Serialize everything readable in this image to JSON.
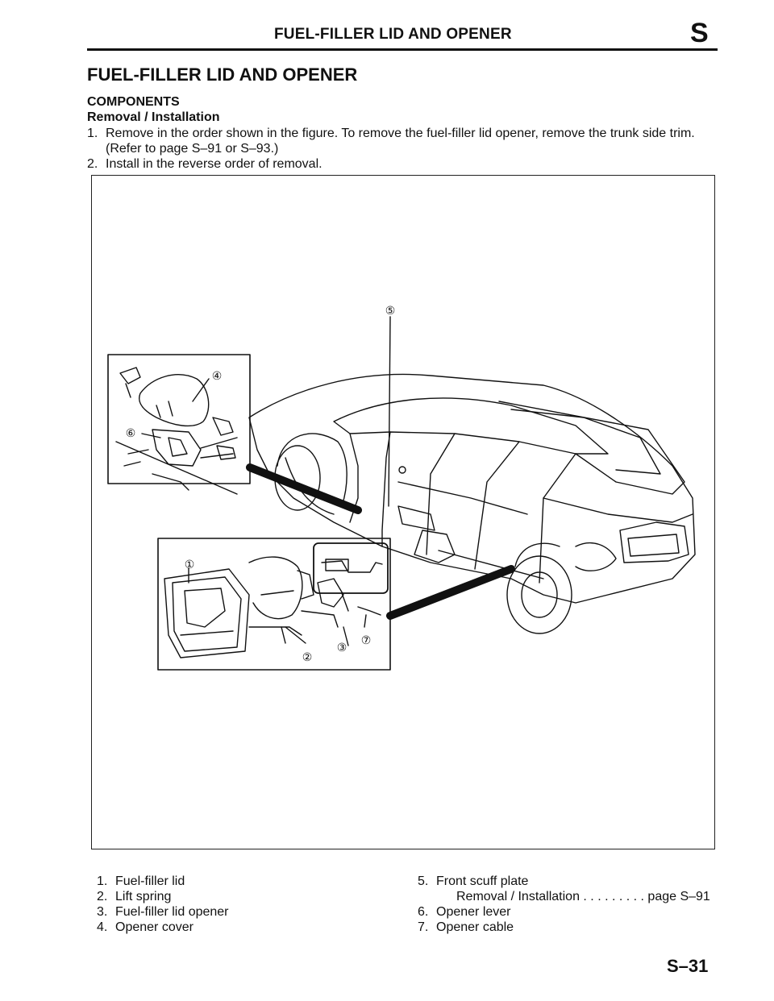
{
  "header": {
    "title": "FUEL-FILLER LID AND OPENER",
    "section_letter": "S"
  },
  "heading": "FUEL-FILLER LID AND OPENER",
  "subheading1": "COMPONENTS",
  "subheading2": "Removal / Installation",
  "steps": [
    {
      "num": "1.",
      "line1": "Remove in the order shown in the figure. To remove the fuel-filler lid opener, remove the trunk side trim.",
      "line2": "(Refer to page S–91 or S–93.)"
    },
    {
      "num": "2.",
      "line1": "Install in the reverse order of removal."
    }
  ],
  "callouts": [
    "①",
    "②",
    "③",
    "④",
    "⑤",
    "⑥",
    "⑦"
  ],
  "legend_left": [
    {
      "num": "1.",
      "text": "Fuel-filler lid"
    },
    {
      "num": "2.",
      "text": "Lift spring"
    },
    {
      "num": "3.",
      "text": "Fuel-filler lid opener"
    },
    {
      "num": "4.",
      "text": "Opener cover"
    }
  ],
  "legend_right": [
    {
      "num": "5.",
      "text": "Front scuff plate"
    },
    {
      "num": "",
      "text": "Removal / Installation . . . . . . . . . page S–91"
    },
    {
      "num": "6.",
      "text": "Opener lever"
    },
    {
      "num": "7.",
      "text": "Opener cable"
    }
  ],
  "page_number": "S–31"
}
